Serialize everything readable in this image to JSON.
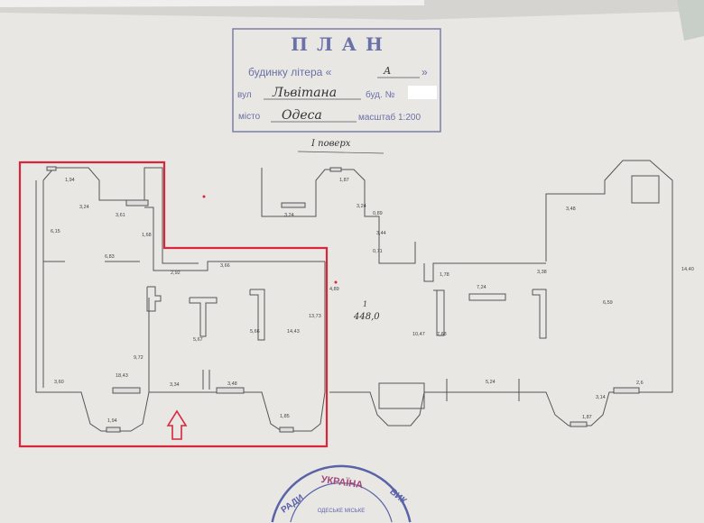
{
  "header": {
    "title": "ПЛАН",
    "line1_label": "будинку літера «",
    "line1_close": "»",
    "litera_value": "А",
    "street_label": "вул",
    "street_value": "Львітана",
    "house_label": "буд. №",
    "city_label": "місто",
    "city_value": "Одеса",
    "scale_label": "масштаб 1:200",
    "floor": "I поверх"
  },
  "plan": {
    "area_label": "1",
    "area_value": "448,0",
    "dimensions": [
      "1,94",
      "3,24",
      "3,61",
      "6,15",
      "1,68",
      "6,83",
      "2,92",
      "3,66",
      "5,67",
      "5,66",
      "14,43",
      "13,73",
      "9,72",
      "18,43",
      "3,60",
      "3,34",
      "3,48",
      "1,94",
      "1,85",
      "1,87",
      "3,24",
      "3,24",
      "0,89",
      "3,44",
      "0,71",
      "4,89",
      "1,78",
      "7,24",
      "3,38",
      "10,47",
      "7,68",
      "3,48",
      "6,59",
      "14,40",
      "5,24",
      "2,6",
      "3,14",
      "1,87"
    ]
  },
  "stamp": {
    "text_top": "УКРАЇНА",
    "text_left": "РАДИ",
    "text_right": "ВИК",
    "text_inner": "ОДЕСЬКЕ МІСЬКЕ"
  },
  "colors": {
    "paper": "#e9e7e3",
    "ink_wall": "#555555",
    "stamp_blue": "#5a63a8",
    "highlight_red": "#d8263a"
  }
}
